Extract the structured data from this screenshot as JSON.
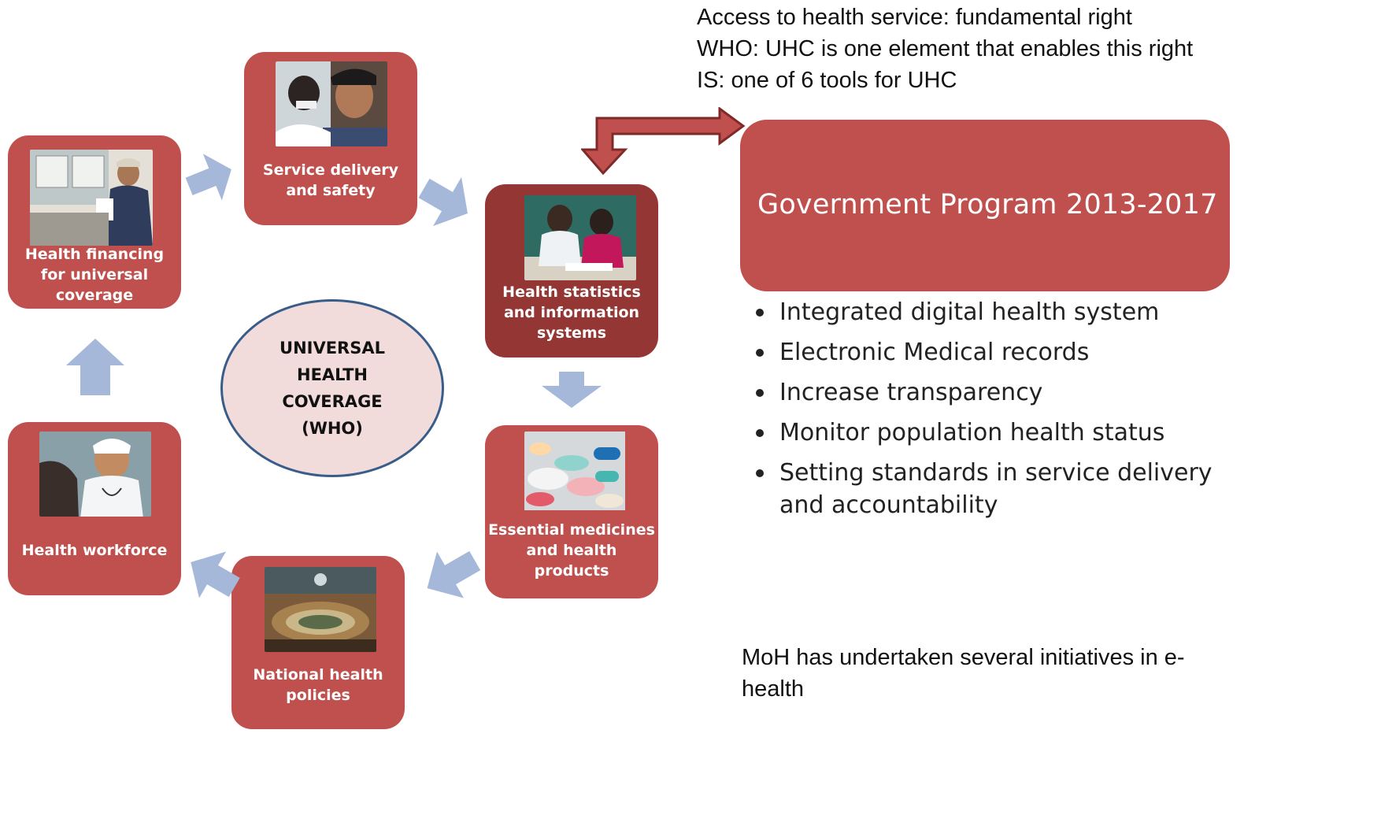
{
  "cycle": {
    "center": "UNIVERSAL\nHEALTH\nCOVERAGE\n(WHO)",
    "boxes": {
      "service_delivery": "Service delivery and safety",
      "health_information": "Health statistics and information systems",
      "medicines": "Essential medicines and health products",
      "policies": "National health policies",
      "workforce": "Health workforce",
      "financing": "Health financing for universal coverage"
    }
  },
  "notes": {
    "line1": "Access to health service: fundamental right",
    "line2": "WHO: UHC is one element that enables this right",
    "line3": "IS: one of 6 tools for UHC"
  },
  "program": {
    "title": "Government Program 2013-2017",
    "bullets": [
      "Integrated digital health system",
      "Electronic Medical records",
      "Increase transparency",
      "Monitor population health status",
      "Setting standards in service delivery and accountability"
    ]
  },
  "footnote": "MoH has undertaken several initiatives in e-health",
  "colors": {
    "box": "#c0504d",
    "box_highlight": "#943634",
    "arrow": "#a5b8d9",
    "ellipse_fill": "#f2dcdb",
    "ellipse_border": "#385d8a"
  }
}
